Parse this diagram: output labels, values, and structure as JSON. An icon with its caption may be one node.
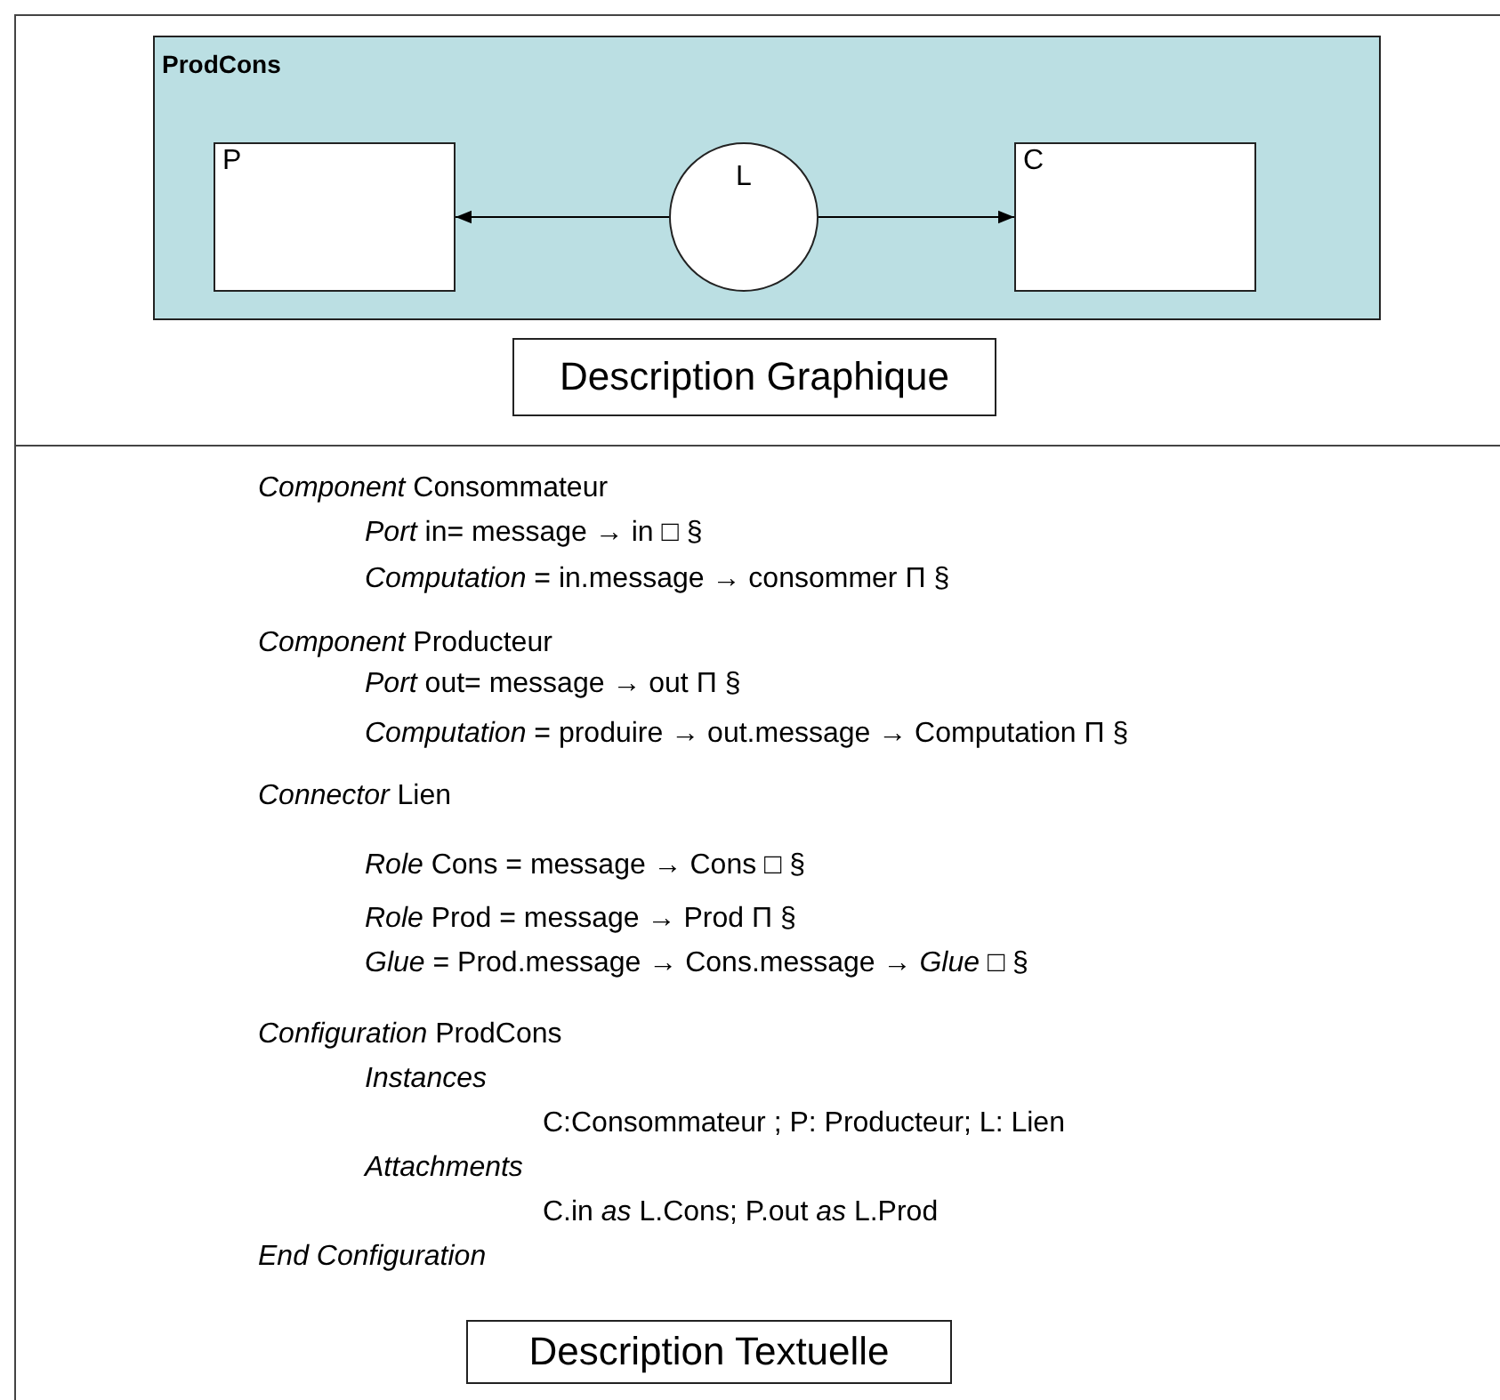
{
  "diagram": {
    "nodes": [
      {
        "text": [
          "ProdCons"
        ]
      },
      {
        "text": [
          "P"
        ],
        "in": 0
      },
      {
        "text": [
          "L"
        ],
        "in": 0
      },
      {
        "text": [
          "C"
        ],
        "in": 0
      },
      {
        "text": [
          "Description Graphique"
        ]
      },
      {
        "text": [
          "Description Textuelle"
        ]
      }
    ],
    "edges": [
      {
        "from": 2,
        "to": 1,
        "arrow": "to"
      },
      {
        "from": 2,
        "to": 3,
        "arrow": "to"
      }
    ],
    "labels": [
      "*Component* Consommateur",
      "*Port* in= message → in □ §",
      "*Computation* = in.message → consommer Π §",
      "*Component* Producteur",
      "*Port* out= message → out Π §",
      "*Computation* = produire → out.message → Computation Π §",
      "*Connector* Lien",
      "*Role* Cons = message → Cons □ §",
      "*Role* Prod = message → Prod Π §",
      "*Glue* = Prod.message → Cons.message → *Glue* □ §",
      "*Configuration* ProdCons",
      "Instances",
      "C:Consommateur ; P: Producteur; L: Lien",
      "Attachments",
      "C.in *as* L.Cons; P.out *as* L.Prod",
      "End Configuration"
    ]
  }
}
